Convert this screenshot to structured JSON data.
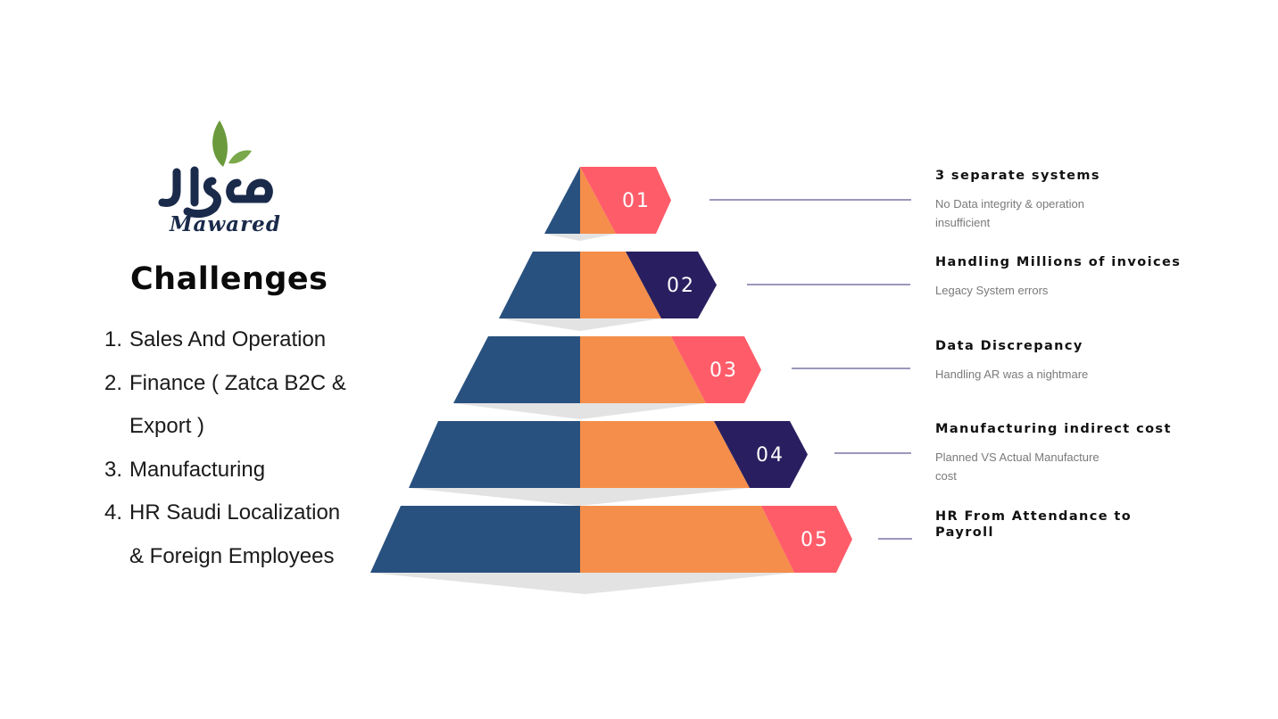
{
  "logo": {
    "arabic_text": "موارد",
    "latin_text": "Mawared",
    "leaf_color": "#6a9a3c",
    "text_color": "#1a2a4a"
  },
  "left": {
    "title": "Challenges",
    "items": [
      {
        "num": "1.",
        "lines": [
          "Sales And Operation"
        ]
      },
      {
        "num": "2.",
        "lines": [
          "Finance ( Zatca B2C &",
          "Export )"
        ]
      },
      {
        "num": "3.",
        "lines": [
          "Manufacturing"
        ]
      },
      {
        "num": "4.",
        "lines": [
          "HR Saudi Localization",
          "& Foreign Employees"
        ]
      }
    ]
  },
  "colors": {
    "blue": "#29517f",
    "orange": "#f48e4a",
    "pink": "#ff5c6a",
    "navy": "#291f60",
    "shadow": "#e3e3e3",
    "connector": "#5e5a92"
  },
  "pyramid": {
    "tiers": [
      {
        "label": "01",
        "title": "3 separate systems",
        "desc": "No Data integrity & operation insufficient"
      },
      {
        "label": "02",
        "title": "Handling Millions of invoices",
        "desc": "Legacy System errors"
      },
      {
        "label": "03",
        "title": "Data Discrepancy",
        "desc": "Handling AR was a nightmare"
      },
      {
        "label": "04",
        "title": "Manufacturing indirect cost",
        "desc": "Planned VS Actual Manufacture cost"
      },
      {
        "label": "05",
        "title": "HR From Attendance to Payroll",
        "desc": ""
      }
    ]
  }
}
